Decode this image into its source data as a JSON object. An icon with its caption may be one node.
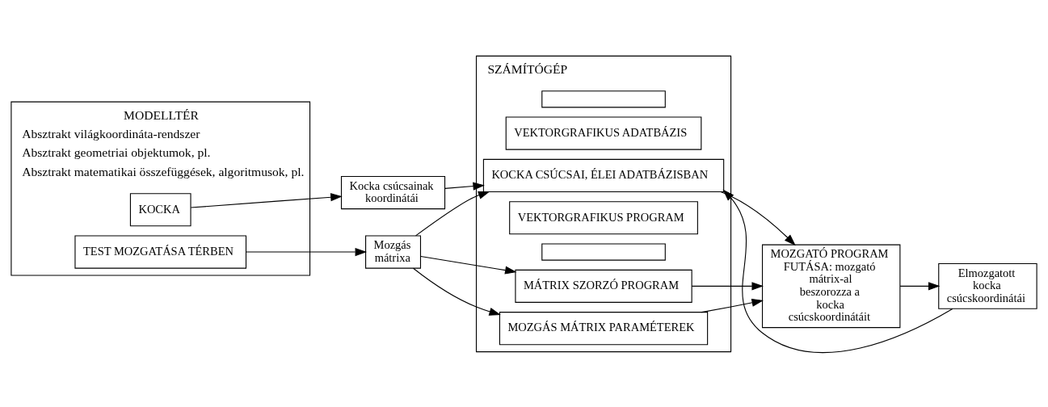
{
  "diagram": {
    "nodes": [
      {
        "text": [
          "MODELLTÉR",
          "Absztrakt világkoordináta-rendszer",
          "Absztrakt geometriai objektumok, pl.",
          "Absztrakt matematikai összefüggések, algoritmusok, pl."
        ]
      },
      {
        "text": [
          "KOCKA"
        ],
        "in": 0
      },
      {
        "text": [
          "TEST MOZGATÁSA TÉRBEN"
        ],
        "in": 0
      },
      {
        "text": [
          "Kocka csúcsainak koordinátái"
        ]
      },
      {
        "text": [
          "Mozgás mátrixa"
        ]
      },
      {
        "text": [
          "SZÁMÍTÓGÉP"
        ]
      },
      {
        "text": [
          "VEKTORGRAFIKUS PROGRAM"
        ],
        "in": 5
      },
      {
        "text": [],
        "shape": "box",
        "in": 5
      },
      {
        "text": [
          "MÁTRIX SZORZÓ PROGRAM"
        ],
        "in": 5
      },
      {
        "text": [],
        "shape": "box",
        "in": 5
      },
      {
        "text": [
          "VEKTORGRAFIKUS ADATBÁZIS"
        ],
        "in": 5
      },
      {
        "text": [
          "KOCKA CSÚCSAI, ÉLEI ADATBÁZISBAN"
        ],
        "in": 5
      },
      {
        "text": [
          "MOZGÁS MÁTRIX PARAMÉTEREK"
        ],
        "in": 5
      },
      {
        "text": [
          "MOZGATÓ PROGRAM FUTÁSA: mozgató mátrix-al beszorozza a kocka csúcskoordinátáit"
        ]
      },
      {
        "text": [
          "Elmozgatott kocka csúcskoordinátái"
        ]
      }
    ],
    "edges": [
      {
        "from": 1,
        "to": 3,
        "arrow": "to"
      },
      {
        "from": 2,
        "to": 4,
        "arrow": "to"
      },
      {
        "from": 3,
        "to": 11,
        "arrow": "to"
      },
      {
        "from": 4,
        "to": 8,
        "arrow": "to"
      },
      {
        "from": 4,
        "to": 11,
        "arrow": "to"
      },
      {
        "from": 4,
        "to": 12,
        "arrow": "to"
      },
      {
        "from": 8,
        "to": 13,
        "arrow": "to"
      },
      {
        "from": 11,
        "to": 13,
        "arrow": "to"
      },
      {
        "from": 12,
        "to": 13,
        "arrow": "to"
      },
      {
        "from": 13,
        "to": 14,
        "arrow": "to"
      },
      {
        "from": 14,
        "to": 11,
        "arrow": "to"
      }
    ]
  }
}
